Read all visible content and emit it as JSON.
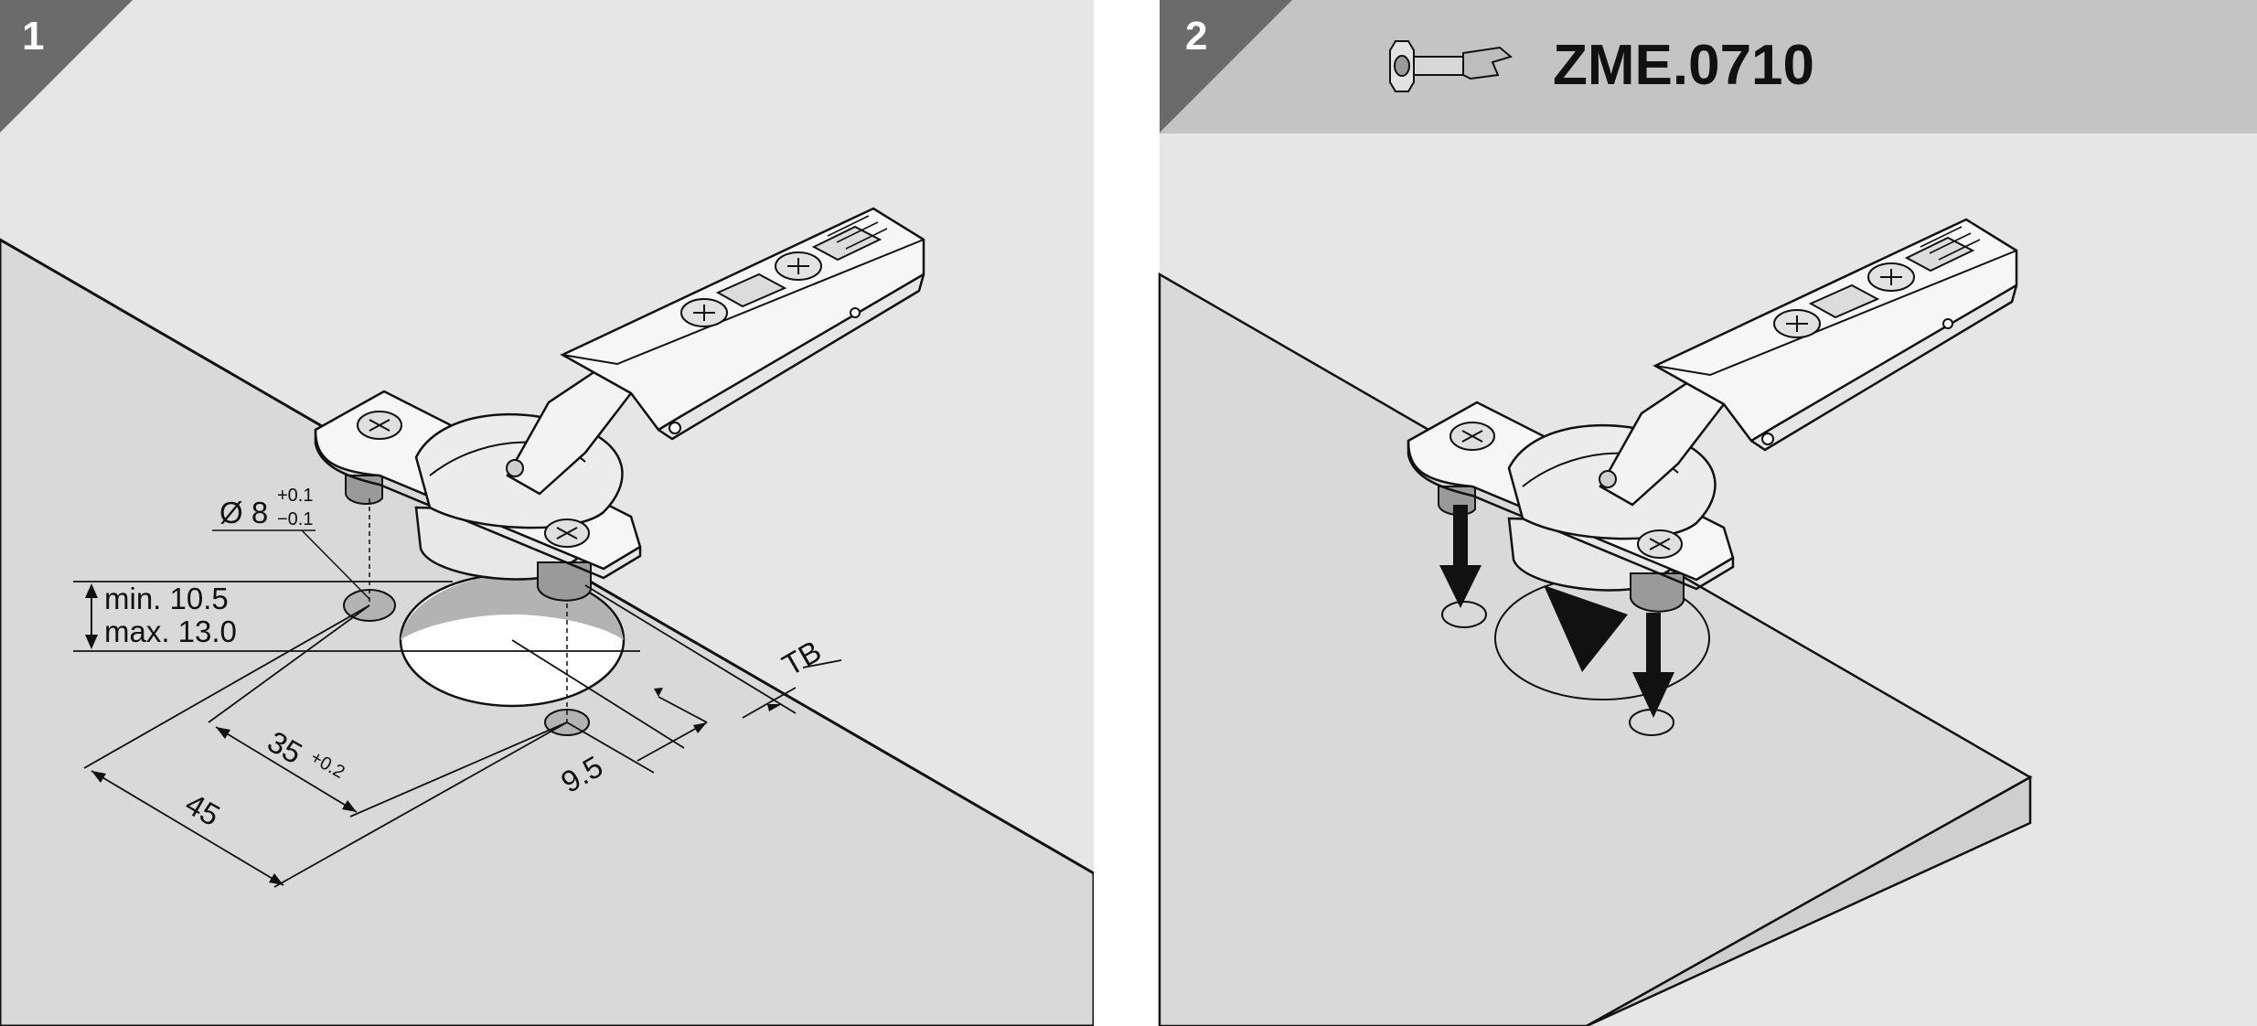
{
  "panels": [
    {
      "step": "1",
      "labels": {
        "diameter_symbol": "Ø 8",
        "diameter_tol_upper": "+0.1",
        "diameter_tol_lower": "−0.1",
        "depth_min": "min. 10.5",
        "depth_max": "max. 13.0",
        "dim_35": "35",
        "dim_35_tol": "+0.2",
        "dim_45": "45",
        "dim_9_5": "9.5",
        "tb": "TB"
      }
    },
    {
      "step": "2",
      "tool_code": "ZME.0710"
    }
  ],
  "colors": {
    "panel_bg": "#e6e6e6",
    "board_top": "#d9d9d9",
    "board_side": "#cfcfcf",
    "header_band": "#c4c4c4",
    "step_badge": "#6b6b6b",
    "hole_fill": "#b3b3b3",
    "hinge_fill": "#f4f4f4",
    "line": "#111111"
  },
  "icons": [
    "hinge-icon",
    "insertion-tool-icon",
    "arrow-down-icon",
    "screw-icon"
  ]
}
